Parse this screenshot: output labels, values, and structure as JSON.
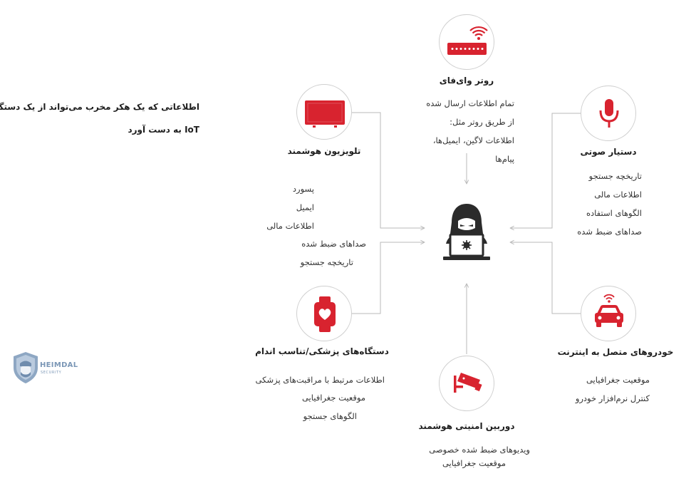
{
  "heading": {
    "line1": "اطلاعاتی که یک هکر مخرب می‌تواند از یک دستگاه",
    "line2": "IoT به دست آورد"
  },
  "logo": {
    "name": "HEIMDAL",
    "sub": "SECURITY"
  },
  "router": {
    "title": "روتر وای‌فای",
    "items": [
      "تمام اطلاعات ارسال شده",
      "از طریق روتر مثل:",
      "اطلاعات لاگین، ایمیل‌ها،",
      "پیام‌ها"
    ]
  },
  "tv": {
    "title": "تلویزیون هوشمند",
    "items": [
      "پسورد",
      "ایمیل",
      "اطلاعات مالی",
      "صداهای ضبط شده",
      "تاریخچه جستجو"
    ]
  },
  "assistant": {
    "title": "دستیار صوتی",
    "items": [
      "تاریخچه جستجو",
      "اطلاعات مالی",
      "الگوهای استفاده",
      "صداهای ضبط شده"
    ]
  },
  "health": {
    "title": "دستگاه‌های پزشکی/تناسب اندام",
    "items": [
      "اطلاعات مرتبط با مراقبت‌های پزشکی",
      "موقعیت جغرافیایی",
      "الگوهای جستجو"
    ]
  },
  "car": {
    "title": "خودروهای متصل به اینترنت",
    "items": [
      "موقعیت جغرافیایی",
      "کنترل نرم‌افزار خودرو"
    ]
  },
  "camera": {
    "title": "دوربین امنیتی هوشمند",
    "items": [
      "ویدیوهای ضبط شده خصوصی",
      "موقعیت جغرافیایی"
    ]
  },
  "colors": {
    "accent": "#d8232f",
    "line": "#b9b9b9",
    "hacker": "#2b2b2b",
    "logo": "#7b97b6"
  }
}
